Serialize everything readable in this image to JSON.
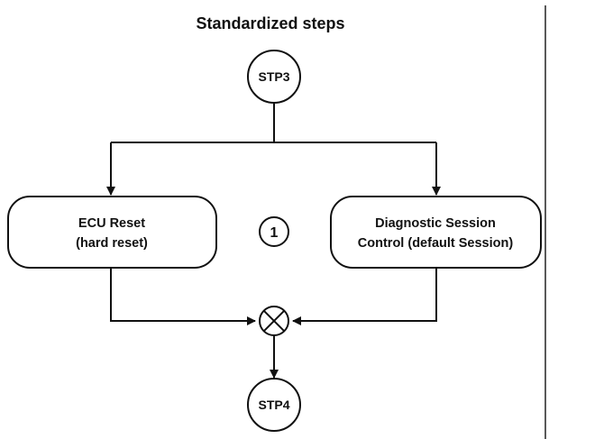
{
  "title": "Standardized steps",
  "nodes": {
    "start": "STP3",
    "end": "STP4",
    "left_box": [
      "ECU Reset",
      "(hard reset)"
    ],
    "right_box": [
      "Diagnostic Session",
      "Control (default Session)"
    ],
    "marker": "1"
  },
  "colors": {
    "line": "#111111",
    "background": "#ffffff"
  }
}
